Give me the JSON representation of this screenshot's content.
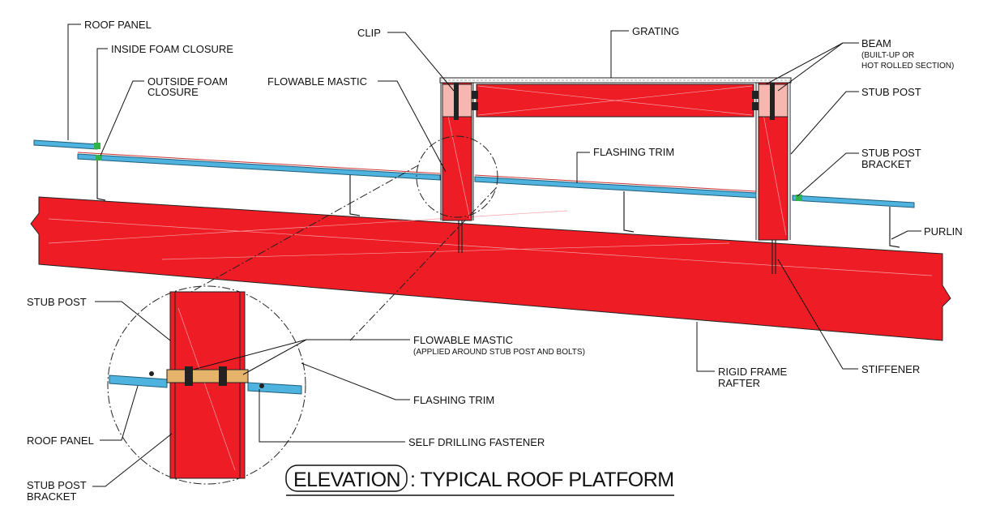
{
  "title": {
    "boxed": "ELEVATION",
    "rest": ": TYPICAL ROOF PLATFORM"
  },
  "labels": {
    "roof_panel_top": "ROOF PANEL",
    "inside_foam_closure": "INSIDE FOAM CLOSURE",
    "outside_foam_closure_1": "OUTSIDE FOAM",
    "outside_foam_closure_2": "CLOSURE",
    "flowable_mastic_top": "FLOWABLE MASTIC",
    "clip": "CLIP",
    "grating": "GRATING",
    "beam": "BEAM",
    "beam_note_1": "(BUILT-UP OR",
    "beam_note_2": "HOT ROLLED SECTION)",
    "stub_post_right": "STUB POST",
    "flashing_trim_top": "FLASHING TRIM",
    "stub_post_bracket_right_1": "STUB POST",
    "stub_post_bracket_right_2": "BRACKET",
    "purlin": "PURLIN",
    "stub_post_left": "STUB POST",
    "flowable_mastic_detail": "FLOWABLE MASTIC",
    "flowable_mastic_note": "(APPLIED AROUND STUB POST AND BOLTS)",
    "flashing_trim_detail": "FLASHING TRIM",
    "roof_panel_detail": "ROOF PANEL",
    "self_drilling_fastener": "SELF DRILLING FASTENER",
    "stub_post_bracket_left_1": "STUB POST",
    "stub_post_bracket_left_2": "BRACKET",
    "rigid_frame_rafter_1": "RIGID FRAME",
    "rigid_frame_rafter_2": "RAFTER",
    "stiffener": "STIFFENER"
  },
  "colors": {
    "steel": "#ee1c25",
    "roof_panel": "#4fb3df",
    "foam_closure": "#2db34a",
    "beam_core": "#f6b7b1"
  }
}
